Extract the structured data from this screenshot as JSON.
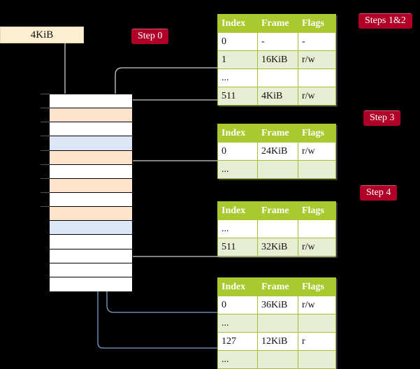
{
  "diagram": {
    "title_hidden": "",
    "source_box": {
      "label": "4KiB"
    },
    "badges": [
      {
        "key": "step0",
        "label": "Step 0"
      },
      {
        "key": "steps12",
        "label": "Steps 1&2"
      },
      {
        "key": "step3",
        "label": "Step 3"
      },
      {
        "key": "step4",
        "label": "Step 4"
      }
    ],
    "colors": {
      "badge_bg": "#b00027",
      "badge_text": "#ffffff",
      "table_header_bg": "#aac92f",
      "table_alt_row_bg": "#e8eed3",
      "table_border": "#a0c030",
      "highlight_cell_bg": "#faf5a0",
      "source_box_bg": "#fdefd2",
      "memory_orange": "#fde2cc",
      "memory_blue": "#dbe7f7",
      "wire_gray": "#c9c9c9",
      "wire_blue": "#7b9fcf",
      "arrow_gray": "#cfcfcf",
      "arrow_blue": "#4a72ad",
      "background": "#000000"
    },
    "table_columns": [
      "Index",
      "Frame",
      "Flags"
    ],
    "tables": [
      {
        "key": "table-level-0",
        "rows": [
          {
            "cells": [
              "0",
              "-",
              "-"
            ],
            "style": "plain",
            "highlight": false
          },
          {
            "cells": [
              "1",
              "16KiB",
              "r/w"
            ],
            "style": "alt",
            "highlight": false
          },
          {
            "cells": [
              "...",
              "",
              ""
            ],
            "style": "plain",
            "highlight": false
          },
          {
            "cells": [
              "511",
              "4KiB",
              "r/w"
            ],
            "style": "alt",
            "highlight": true
          }
        ]
      },
      {
        "key": "table-level-1",
        "rows": [
          {
            "cells": [
              "0",
              "24KiB",
              "r/w"
            ],
            "style": "plain",
            "highlight": false
          },
          {
            "cells": [
              "...",
              "",
              ""
            ],
            "style": "alt",
            "highlight": false
          }
        ]
      },
      {
        "key": "table-level-2",
        "rows": [
          {
            "cells": [
              "...",
              "",
              ""
            ],
            "style": "plain",
            "highlight": false
          },
          {
            "cells": [
              "511",
              "32KiB",
              "r/w"
            ],
            "style": "alt",
            "highlight": false
          }
        ]
      },
      {
        "key": "table-level-3",
        "rows": [
          {
            "cells": [
              "0",
              "36KiB",
              "r/w"
            ],
            "style": "plain",
            "highlight": false
          },
          {
            "cells": [
              "...",
              "",
              ""
            ],
            "style": "alt",
            "highlight": false
          },
          {
            "cells": [
              "127",
              "12KiB",
              "r"
            ],
            "style": "plain",
            "highlight": false
          },
          {
            "cells": [
              "...",
              "",
              ""
            ],
            "style": "alt",
            "highlight": false
          }
        ]
      }
    ],
    "memory_column": {
      "label_hidden": "",
      "rows": [
        {
          "fill": "white"
        },
        {
          "fill": "orange"
        },
        {
          "fill": "white"
        },
        {
          "fill": "blue"
        },
        {
          "fill": "orange"
        },
        {
          "fill": "white"
        },
        {
          "fill": "orange"
        },
        {
          "fill": "white"
        },
        {
          "fill": "orange"
        },
        {
          "fill": "blue"
        },
        {
          "fill": "white"
        },
        {
          "fill": "white"
        },
        {
          "fill": "white"
        },
        {
          "fill": "white"
        }
      ]
    }
  }
}
